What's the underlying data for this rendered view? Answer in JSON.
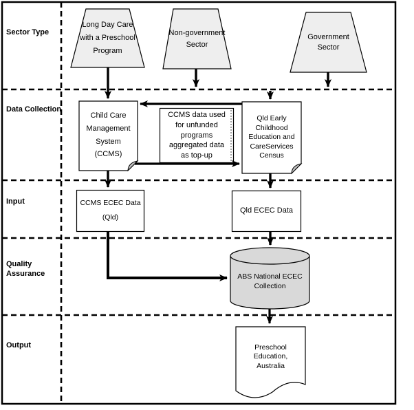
{
  "lanes": [
    {
      "label": "Sector Type"
    },
    {
      "label": "Data Collection"
    },
    {
      "label": "Input"
    },
    {
      "label": "Quality\nAssurance"
    },
    {
      "label": "Output"
    }
  ],
  "nodes": {
    "long_day_care": {
      "text": "Long Day Care\nwith a Preschool\nProgram",
      "shape": "trapezoid"
    },
    "non_government": {
      "text": "Non-government\nSector",
      "shape": "trapezoid"
    },
    "government": {
      "text": "Government\nSector",
      "shape": "trapezoid"
    },
    "ccms": {
      "text": "Child Care\nManagement\nSystem\n(CCMS)",
      "shape": "document"
    },
    "ccms_note": {
      "text": "CCMS data used\nfor unfunded\nprograms\naggregated data\nas top-up",
      "shape": "note-box"
    },
    "qld_census": {
      "text": "Qld Early\nChildhood\nEducation and\nCareServices\nCensus",
      "shape": "document"
    },
    "ccms_ecec_data": {
      "text": "CCMS ECEC Data\n(Qld)",
      "shape": "rectangle"
    },
    "qld_ecec_data": {
      "text": "Qld ECEC Data",
      "shape": "rectangle"
    },
    "abs_collection": {
      "text": "ABS National ECEC\nCollection",
      "shape": "cylinder"
    },
    "preschool_education": {
      "text": "Preschool\nEducation,\nAustralia",
      "shape": "document-wavy"
    }
  },
  "colors": {
    "shape_fill": "#eeeeee",
    "cylinder_fill": "#d9d9d9",
    "fold_fill": "#c0c0c0",
    "box_fill": "#ffffff",
    "line": "#000000",
    "background": "#ffffff"
  }
}
